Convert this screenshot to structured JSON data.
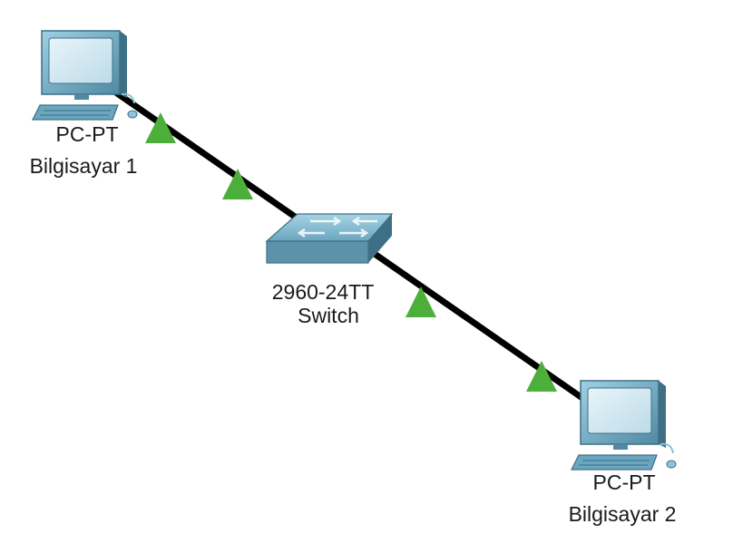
{
  "topology": {
    "devices": [
      {
        "id": "pc1",
        "model": "PC-PT",
        "name": "Bilgisayar 1",
        "icon": "pc-icon"
      },
      {
        "id": "sw1",
        "model": "2960-24TT",
        "name": "Switch",
        "icon": "switch-icon"
      },
      {
        "id": "pc2",
        "model": "PC-PT",
        "name": "Bilgisayar 2",
        "icon": "pc-icon"
      }
    ],
    "links": [
      {
        "from": "pc1",
        "to": "sw1",
        "status": "up"
      },
      {
        "from": "sw1",
        "to": "pc2",
        "status": "up"
      }
    ]
  },
  "colors": {
    "cable": "#000000",
    "link_up": "#4caf3a",
    "device_body": "#5c93aa",
    "device_light": "#8ec3d8",
    "device_dark": "#3f6f85",
    "screen": "#d4e9f3"
  }
}
